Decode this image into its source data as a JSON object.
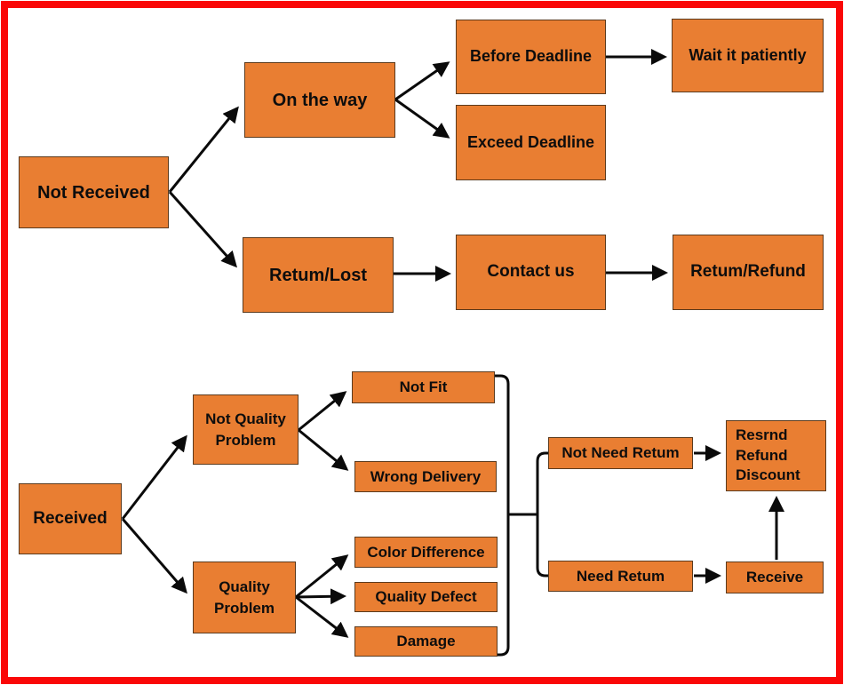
{
  "diagram": {
    "nodes": {
      "not_received": {
        "label": "Not Received"
      },
      "on_the_way": {
        "label": "On the way"
      },
      "before_deadline": {
        "label": "Before Deadline"
      },
      "wait_it_patiently": {
        "label": "Wait it patiently"
      },
      "exceed_deadline": {
        "label": "Exceed Deadline"
      },
      "retum_lost": {
        "label": "Retum/Lost"
      },
      "contact_us": {
        "label": "Contact us"
      },
      "retum_refund": {
        "label": "Retum/Refund"
      },
      "received": {
        "label": "Received"
      },
      "not_quality_problem": {
        "label": "Not Quality Problem"
      },
      "quality_problem": {
        "label": "Quality Problem"
      },
      "not_fit": {
        "label": "Not Fit"
      },
      "wrong_delivery": {
        "label": "Wrong Delivery"
      },
      "color_difference": {
        "label": "Color Difference"
      },
      "quality_defect": {
        "label": "Quality Defect"
      },
      "damage": {
        "label": "Damage"
      },
      "not_need_retum": {
        "label": "Not Need Retum"
      },
      "resrnd_refund_discount": {
        "label": "Resrnd Refund Discount"
      },
      "need_retum": {
        "label": "Need Retum"
      },
      "receive": {
        "label": "Receive"
      }
    },
    "edges": [
      {
        "from": "not_received",
        "to": "on_the_way"
      },
      {
        "from": "not_received",
        "to": "retum_lost"
      },
      {
        "from": "on_the_way",
        "to": "before_deadline"
      },
      {
        "from": "on_the_way",
        "to": "exceed_deadline"
      },
      {
        "from": "before_deadline",
        "to": "wait_it_patiently"
      },
      {
        "from": "retum_lost",
        "to": "contact_us"
      },
      {
        "from": "contact_us",
        "to": "retum_refund"
      },
      {
        "from": "received",
        "to": "not_quality_problem"
      },
      {
        "from": "received",
        "to": "quality_problem"
      },
      {
        "from": "not_quality_problem",
        "to": "not_fit"
      },
      {
        "from": "not_quality_problem",
        "to": "wrong_delivery"
      },
      {
        "from": "quality_problem",
        "to": "color_difference"
      },
      {
        "from": "quality_problem",
        "to": "quality_defect"
      },
      {
        "from": "quality_problem",
        "to": "damage"
      },
      {
        "from": "not_fit,wrong_delivery,color_difference,quality_defect,damage",
        "to": "not_need_retum",
        "style": "bracket"
      },
      {
        "from": "not_fit,wrong_delivery,color_difference,quality_defect,damage",
        "to": "need_retum",
        "style": "bracket"
      },
      {
        "from": "not_need_retum",
        "to": "resrnd_refund_discount"
      },
      {
        "from": "need_retum",
        "to": "receive"
      },
      {
        "from": "receive",
        "to": "resrnd_refund_discount"
      }
    ],
    "colors": {
      "box_fill": "#e97e32",
      "box_border": "#5b3a1d",
      "arrow": "#0a0a0a",
      "frame": "#fa0707",
      "text": "#0d0d0d",
      "background": "#ffffff"
    }
  }
}
